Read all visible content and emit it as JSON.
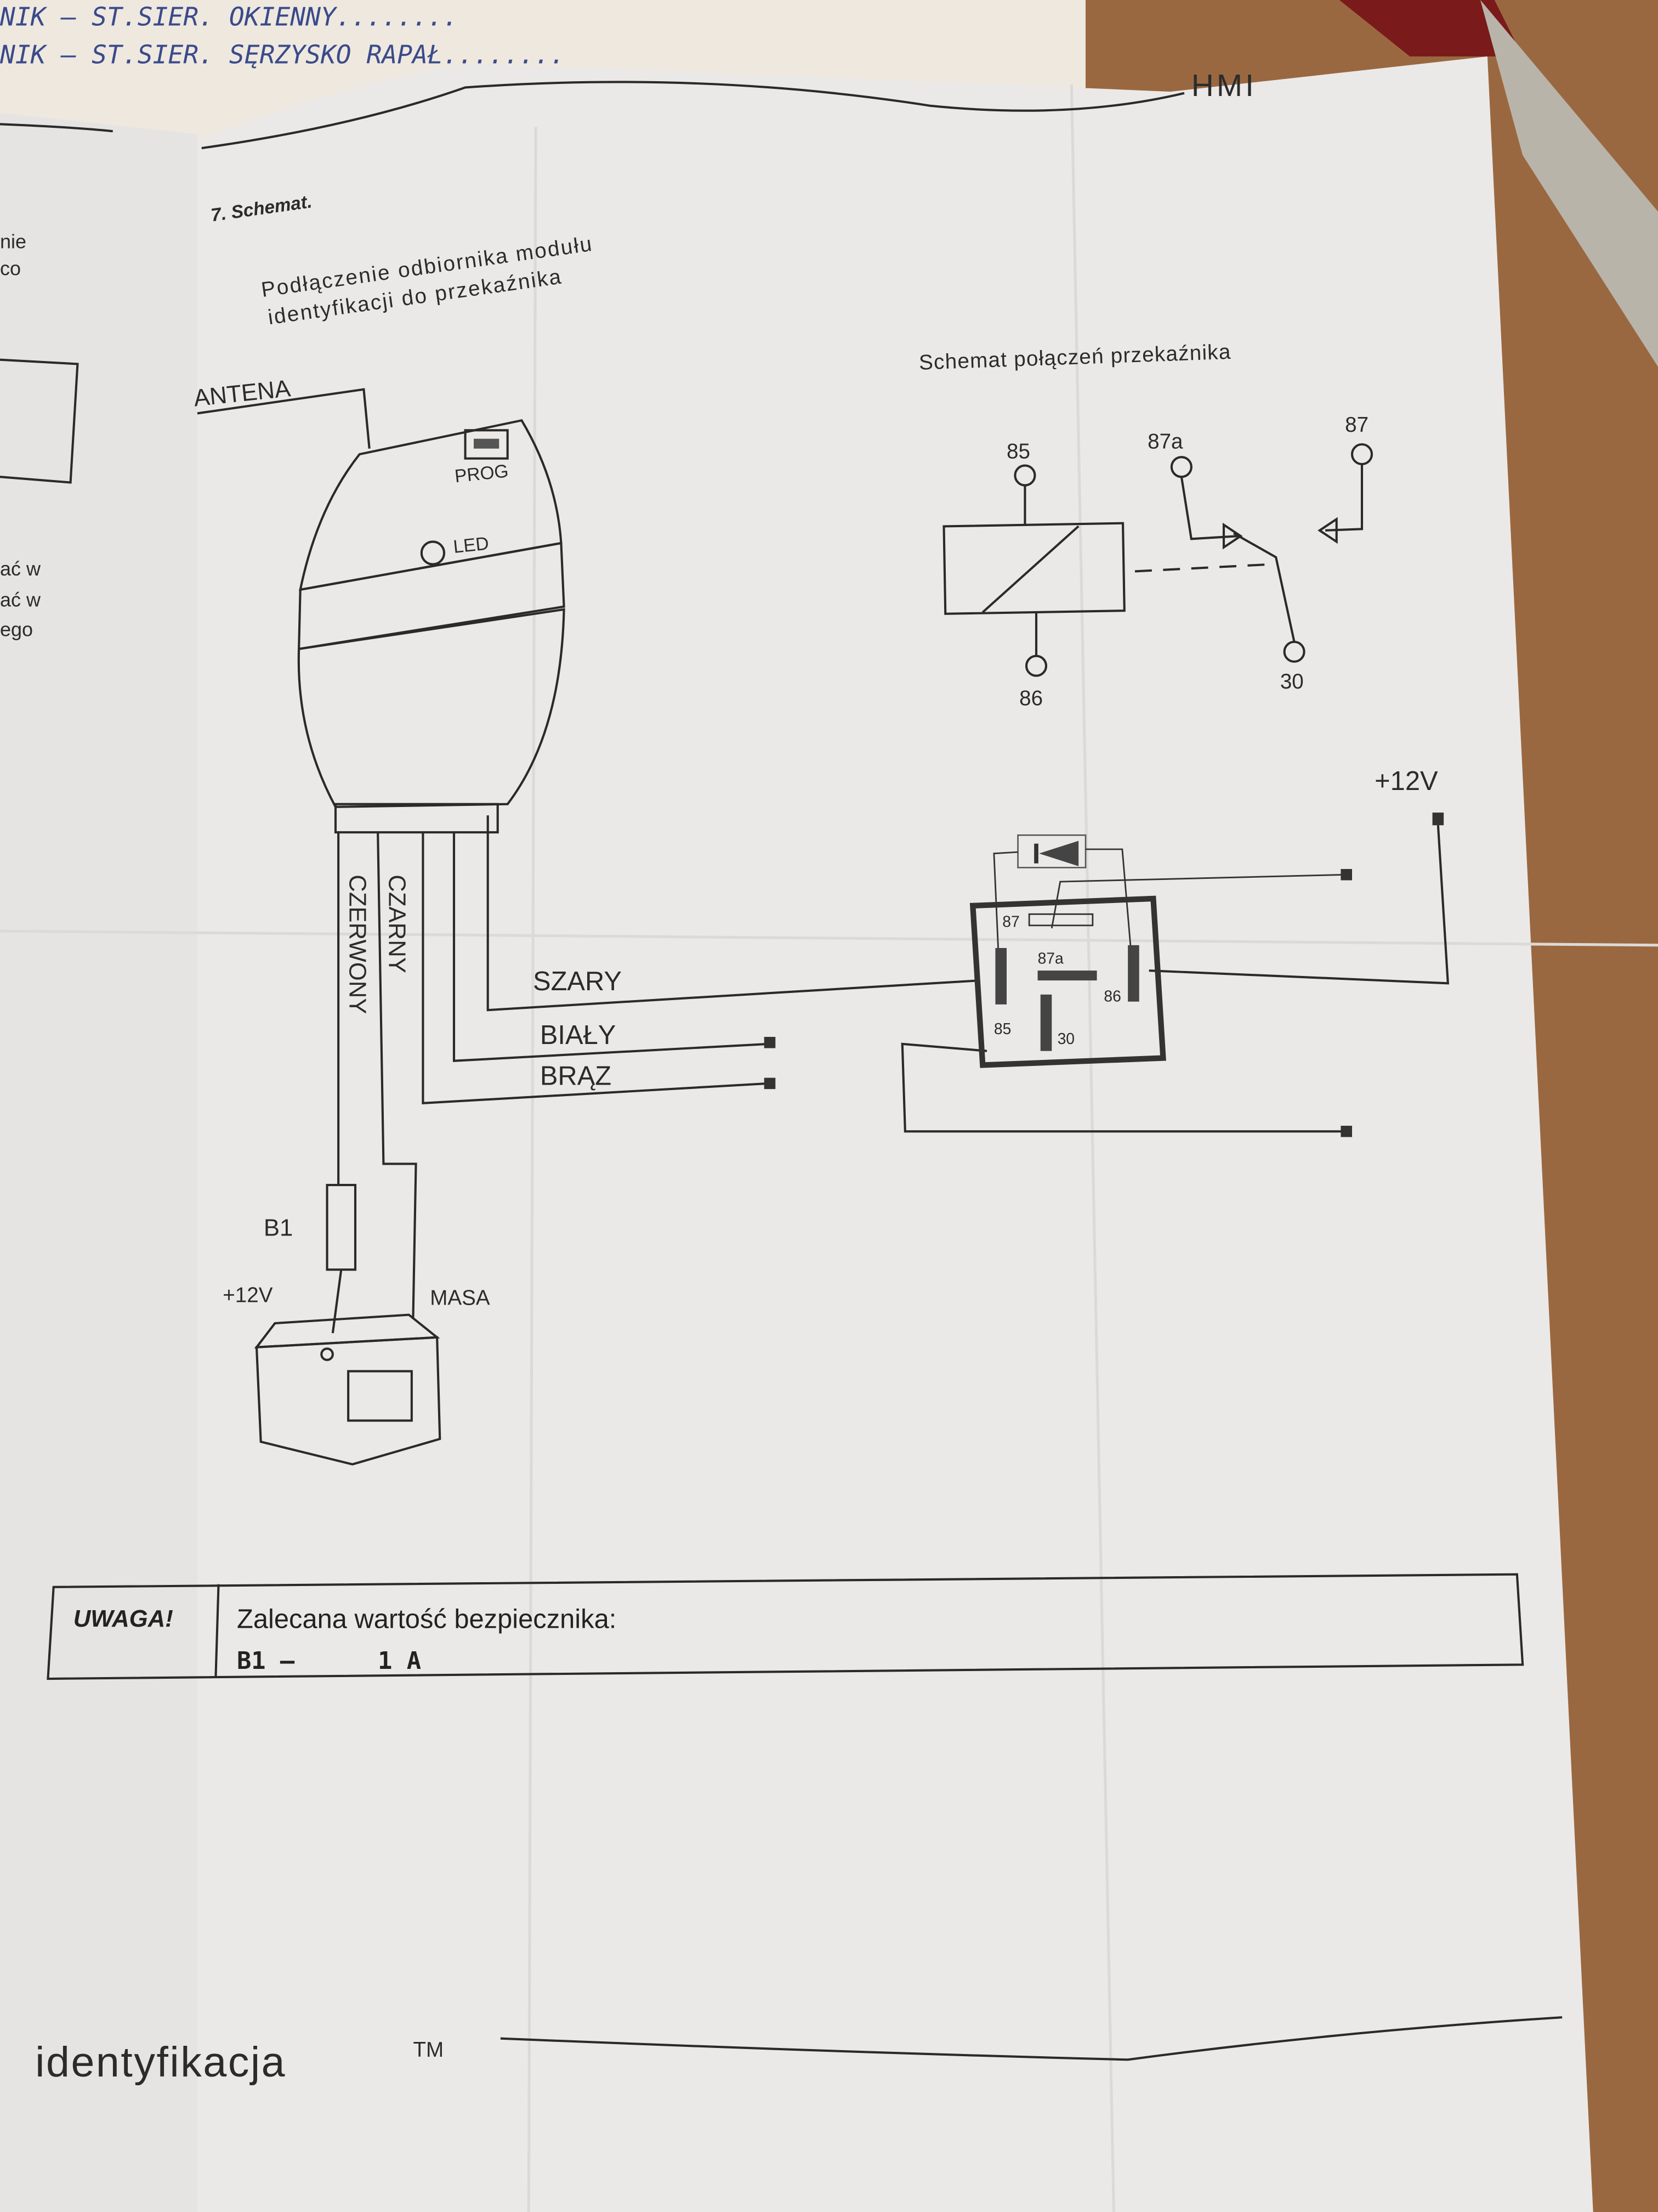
{
  "notebook": {
    "handwritten_lines": [
      "NIK – ST.SIER. OKIENNY........",
      "NIK – ST.SIER. SĘRZYSKO RAPAŁ........"
    ]
  },
  "header": {
    "logo": "HMI"
  },
  "left_page": {
    "fragments": [
      "nie",
      "co",
      "ać w",
      "ać w",
      "ego"
    ]
  },
  "section": {
    "title": "7. Schemat.",
    "subtitle_line1": "Podłączenie  odbiornika modułu",
    "subtitle_line2": "identyfikacji do przekaźnika"
  },
  "module": {
    "antenna_label": "ANTENA",
    "prog_label": "PROG",
    "led_label": "LED",
    "wires": {
      "red": "CZERWONY",
      "black": "CZARNY",
      "grey": "SZARY",
      "white": "BIAŁY",
      "brown": "BRĄZ"
    },
    "fuse_label": "B1",
    "battery_plus": "+12V",
    "ground": "MASA"
  },
  "relay_schematic": {
    "title": "Schemat połączeń przekaźnika",
    "pins": {
      "p85": "85",
      "p86": "86",
      "p87a": "87a",
      "p87": "87",
      "p30": "30"
    }
  },
  "relay_wiring": {
    "supply_label": "+12V",
    "pins": {
      "p87": "87",
      "p87a": "87a",
      "p86": "86",
      "p85": "85",
      "p30": "30"
    }
  },
  "notice": {
    "label": "UWAGA!",
    "text": "Zalecana wartość bezpiecznika:",
    "fuse_name": "B1 –",
    "fuse_value": "1 A"
  },
  "footer": {
    "brand": "identyfikacja",
    "trademark": "TM"
  }
}
